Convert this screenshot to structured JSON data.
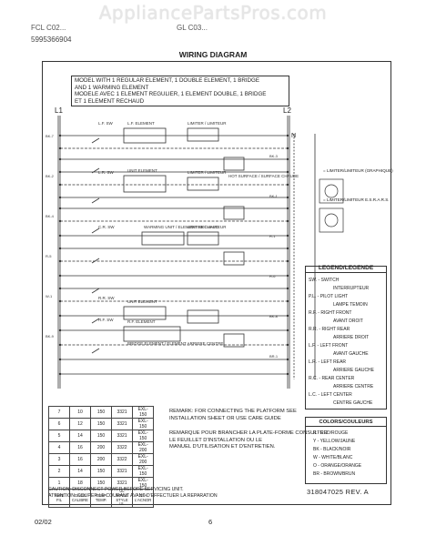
{
  "watermark": "AppliancePartsPros.com",
  "header": {
    "model_code": "FCL C02...",
    "model_code2": "GL C03...",
    "part_number": "5995366904",
    "title": "WIRING DIAGRAM"
  },
  "model_description": [
    "MODEL WITH 1 REGULAR ELEMENT, 1 DOUBLE ELEMENT, 1 BRIDGE",
    "AND 1 WARMING ELEMENT",
    "MODELE AVEC 1 ELEMENT REGULIER, 1 ELEMENT DOUBLE, 1 BRIDGE",
    "ET 1 ELEMENT RECHAUD"
  ],
  "lines": {
    "l1": "L1",
    "l2": "L2",
    "neutral": "N"
  },
  "components": {
    "labels": [
      "L.F. SW",
      "L.F. ELEMENT",
      "LIMITER / LIMITEUR",
      "L.R. SW",
      "UNIT ELEMENT",
      "LIMITER / LIMITEUR",
      "C.R. SW",
      "WARMING UNIT / ELEMENT RECHAUD",
      "LIMITER / LIMITEUR",
      "R.R. SW",
      "UNIT ELEMENT",
      "R.F. SW",
      "R.F. ELEMENT",
      "BRIDGE ELEMENT / ELEMENT ARRIERE CENTRE",
      "HOT SURFACE / SURFACE CHAUDE"
    ],
    "wire_tags": [
      "BK-7",
      "BK-3",
      "BK-2",
      "BK-1",
      "BK-4",
      "R-1",
      "R-5",
      "R-6",
      "W-1",
      "BK-8",
      "BK-9",
      "BR-1"
    ]
  },
  "icon_legend": [
    "= LIMITER/LIMITEUR (GRAPHIQUE)",
    "= LIMITER/LIMITEUR E.S.R.A.R.S."
  ],
  "legend": {
    "title": "LEGEND/LEGENDE",
    "items": [
      "SW. - SWITCH",
      "INTERRUPTEUR",
      "P.L. - PILOT LIGHT",
      "LAMPE TEMOIN",
      "R.F. - RIGHT FRONT",
      "AVANT DROIT",
      "R.R. - RIGHT REAR",
      "ARRIERE DROIT",
      "L.F. - LEFT FRONT",
      "AVANT GAUCHE",
      "L.R. - LEFT REAR",
      "ARRIERE GAUCHE",
      "R.C. - REAR CENTER",
      "ARRIERE CENTRE",
      "L.C. - LEFT CENTER",
      "CENTRE GAUCHE"
    ]
  },
  "colors": {
    "title": "COLORS/COULEURS",
    "items": [
      "R - RED/ROUGE",
      "Y - YELLOW/JAUNE",
      "BK - BLACK/NOIR",
      "W - WHITE/BLANC",
      "O - ORANGE/ORANGE",
      "BR - BROWN/BRUN"
    ]
  },
  "wire_table": {
    "rows": [
      [
        "7",
        "10",
        "150",
        "3321",
        "EXL-150"
      ],
      [
        "6",
        "12",
        "150",
        "3321",
        "EXL-150"
      ],
      [
        "5",
        "14",
        "150",
        "3321",
        "EXL-150"
      ],
      [
        "4",
        "16",
        "200",
        "3322",
        "EXL-200"
      ],
      [
        "3",
        "16",
        "200",
        "3322",
        "EXL-200"
      ],
      [
        "2",
        "14",
        "150",
        "3321",
        "EXL-150"
      ],
      [
        "1",
        "18",
        "150",
        "3321",
        "EXL-150"
      ]
    ],
    "header": [
      "WIRE FIL",
      "GAGE CALIBRE",
      "TEMP. TEMP.",
      "UL STYLE STYLE UL",
      "CSA L'ACNOR"
    ]
  },
  "remarks": {
    "en": [
      "REMARK: FOR CONNECTING THE PLATFORM SEE",
      "INSTALLATION SHEET OR USE CARE GUIDE"
    ],
    "fr": [
      "REMARQUE POUR BRANCHER LA PLATE-FORME CONSULTER",
      "LE FEUILLET D'INSTALLATION OU LE",
      "MANUEL D'UTILISATION ET D'ENTRETIEN."
    ]
  },
  "caution": [
    "CAUTION: DISCONNECT POWER BEFORE SERVICING UNIT.",
    "ATTENTION: COUPER LE COURANT AVANT D'EFFECTUER LA REPARATION"
  ],
  "doc_number": "318047025 REV. A",
  "footer": {
    "date": "02/02",
    "page": "6"
  },
  "theme": {
    "line": "#333333",
    "bg": "#ffffff"
  }
}
